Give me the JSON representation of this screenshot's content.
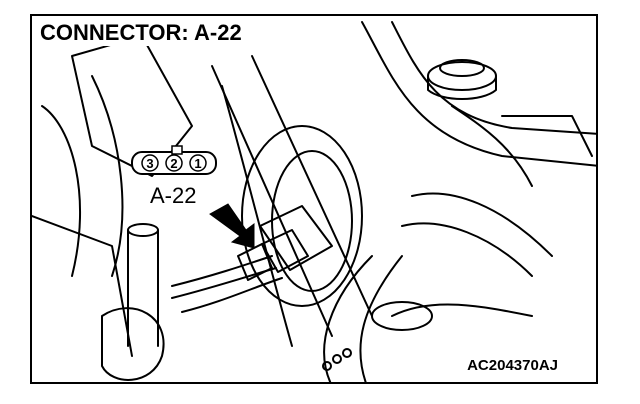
{
  "title": "CONNECTOR: A-22",
  "callout_label": "A-22",
  "figure_code": "AC204370AJ",
  "connector_pins": [
    "3",
    "2",
    "1"
  ],
  "icons": [
    "arrow-icon"
  ],
  "colors": {
    "line": "#000000",
    "background": "#ffffff"
  }
}
